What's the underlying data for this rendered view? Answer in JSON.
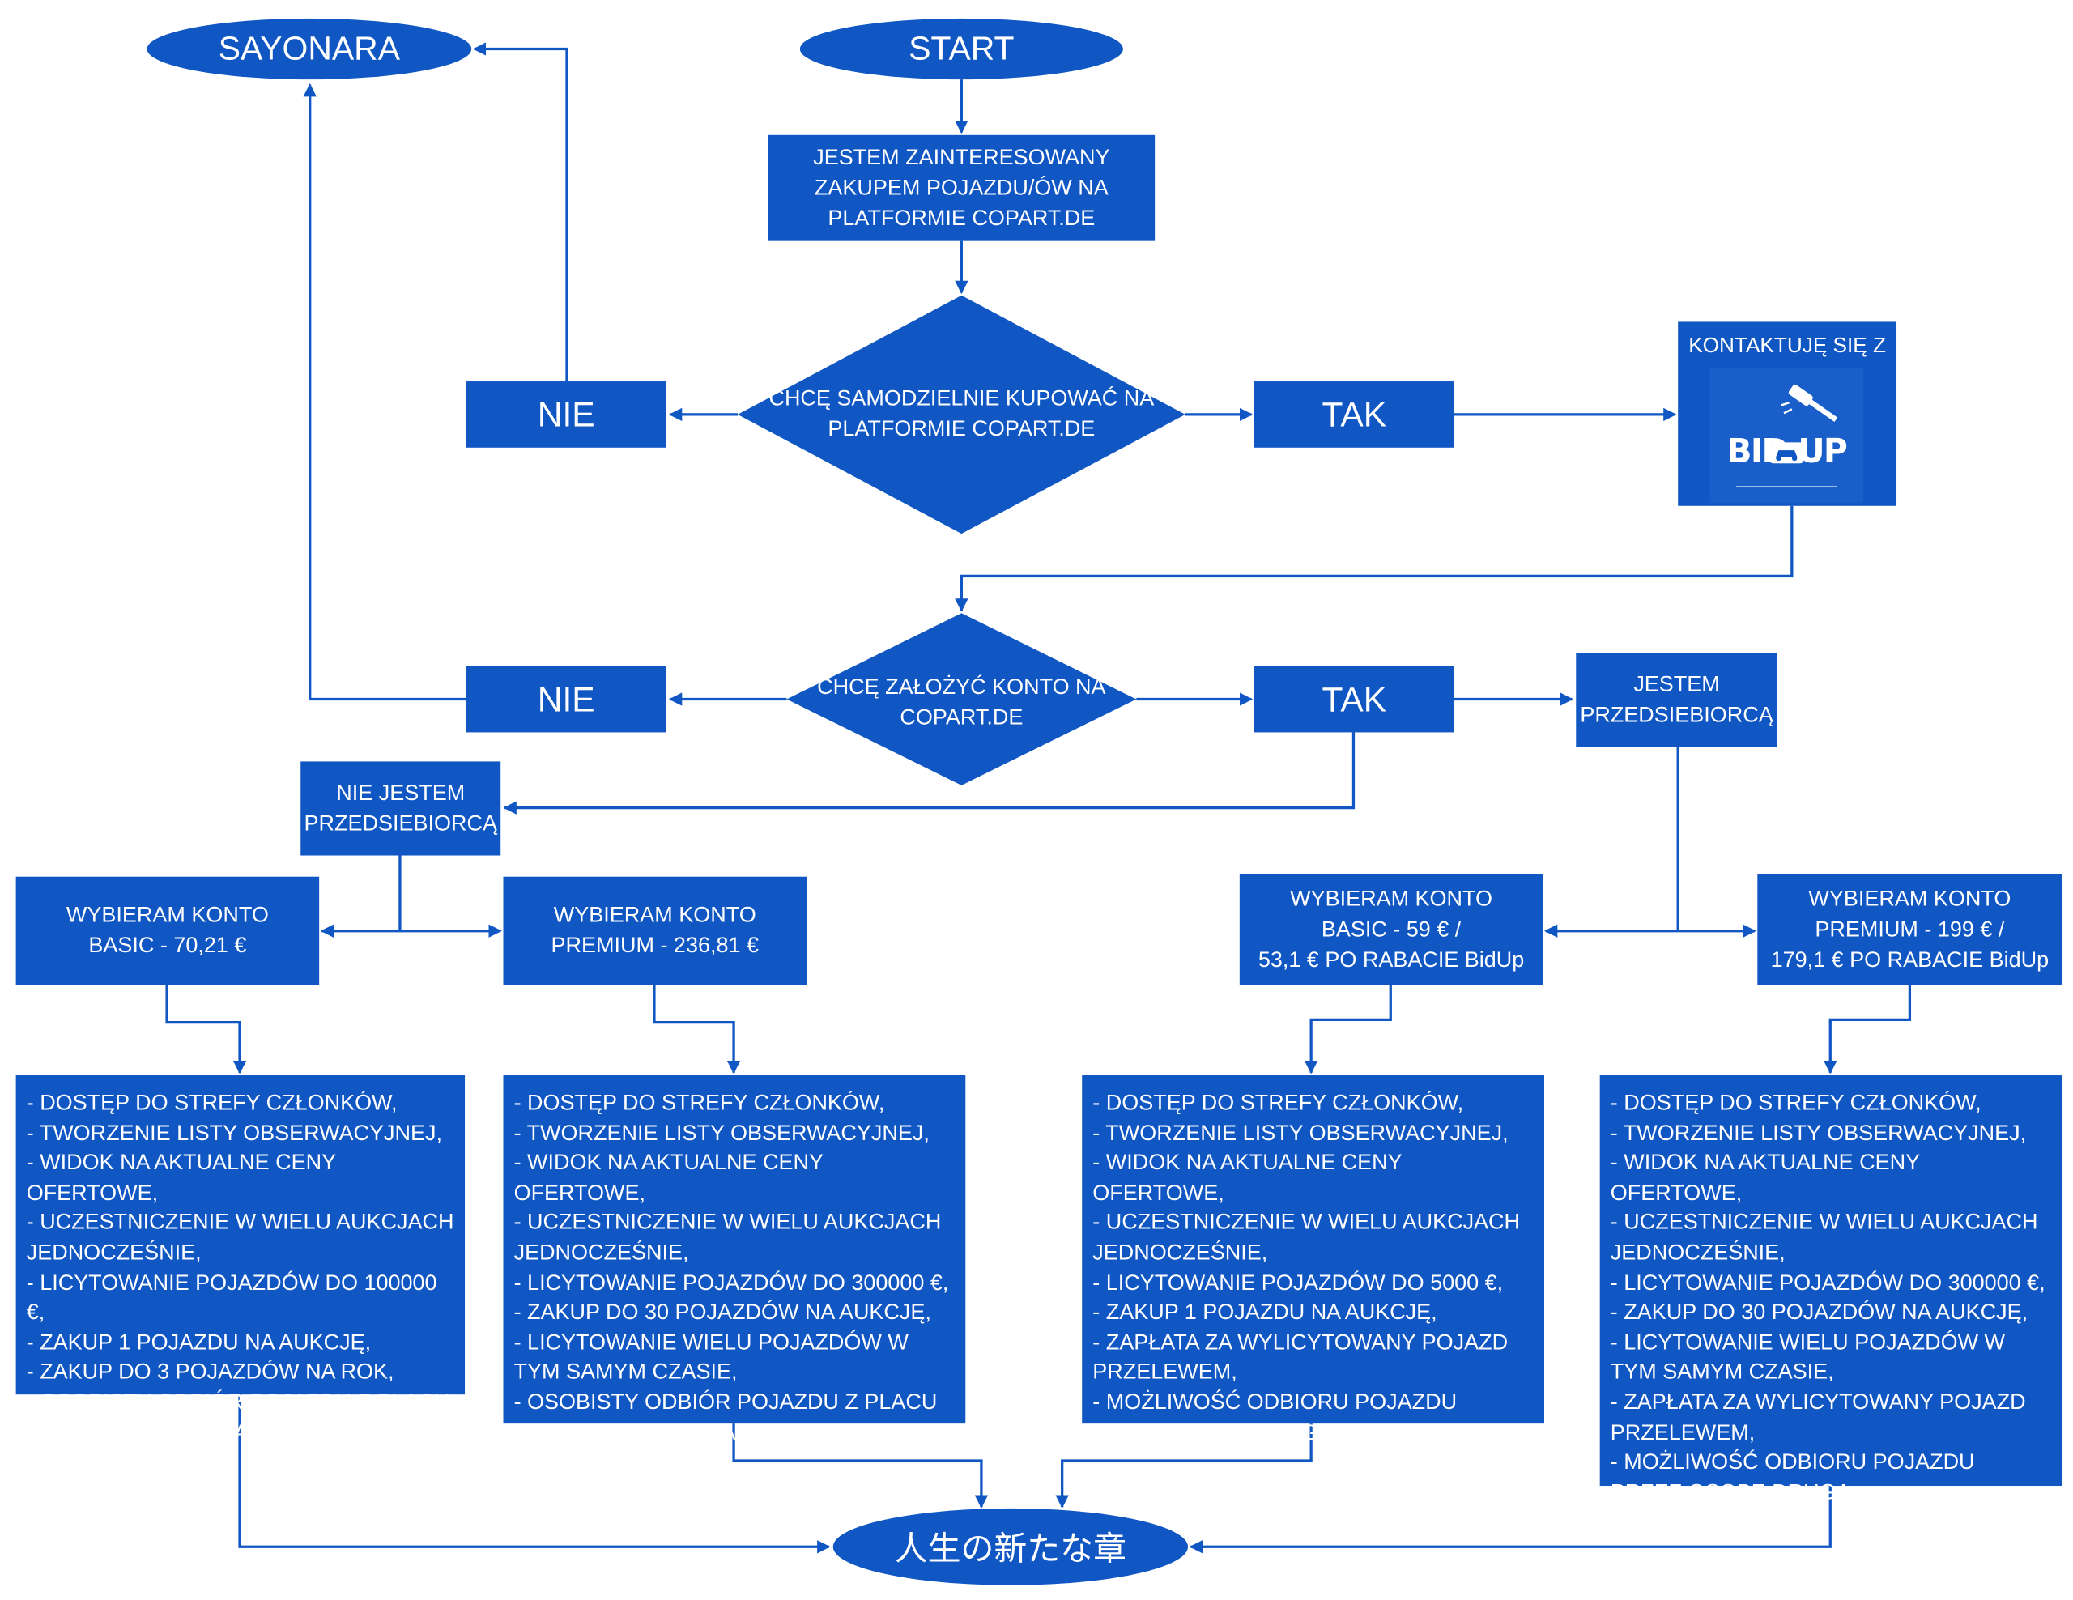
{
  "colors": {
    "fill": "#1057c4",
    "line": "#1057c4",
    "text": "#ffffff"
  },
  "start": "START",
  "sayonara": "SAYONARA",
  "end": "人生の新たな章",
  "interest": [
    "JESTEM ZAINTERESOWANY",
    "ZAKUPEM POJAZDU/ÓW NA",
    "PLATFORMIE COPART.DE"
  ],
  "q1": [
    "CHCĘ SAMODZIELNIE KUPOWAĆ NA",
    "PLATFORMIE COPART.DE"
  ],
  "q2": [
    "CHCĘ ZAŁOŻYĆ KONTO NA",
    "COPART.DE"
  ],
  "nie": "NIE",
  "tak": "TAK",
  "contact": {
    "title": "KONTAKTUJĘ SIĘ Z",
    "logo_text": "BID UP",
    "logo_icons": [
      "gavel-icon",
      "car-icon"
    ]
  },
  "company": [
    "JESTEM",
    "PRZEDSIEBIORCĄ"
  ],
  "not_company": [
    "NIE JESTEM",
    "PRZEDSIEBIORCĄ"
  ],
  "accounts": {
    "private_basic": [
      "WYBIERAM KONTO",
      "BASIC - 70,21 €"
    ],
    "private_premium": [
      "WYBIERAM KONTO",
      "PREMIUM -  236,81 €"
    ],
    "company_basic": [
      "WYBIERAM KONTO",
      "BASIC - 59 € /",
      "53,1 € PO RABACIE BidUp"
    ],
    "company_premium": [
      "WYBIERAM KONTO",
      "PREMIUM - 199 € /",
      "179,1 € PO RABACIE BidUp"
    ]
  },
  "features": {
    "private_basic": [
      "- DOSTĘP DO STREFY CZŁONKÓW,",
      "- TWORZENIE LISTY OBSERWACYJNEJ,",
      "- WIDOK NA AKTUALNE CENY OFERTOWE,",
      "- UCZESTNICZENIE W WIELU AUKCJACH JEDNOCZEŚNIE,",
      "- LICYTOWANIE POJAZDÓW DO 100000 €,",
      "- ZAKUP 1 POJAZDU NA AUKCJĘ,",
      "- ZAKUP DO 3 POJAZDÓW NA ROK,",
      "- OSOBISTY ODBIÓR POJAZDU Z PLACU WRAZ Z ZAPŁATĄ NA MIEJSCU."
    ],
    "private_premium": [
      "- DOSTĘP DO STREFY CZŁONKÓW,",
      "- TWORZENIE LISTY OBSERWACYJNEJ,",
      "- WIDOK NA AKTUALNE CENY OFERTOWE,",
      "- UCZESTNICZENIE W WIELU AUKCJACH JEDNOCZEŚNIE,",
      "- LICYTOWANIE POJAZDÓW DO 300000 €,",
      "- ZAKUP DO 30 POJAZDÓW NA AUKCJĘ,",
      "- LICYTOWANIE WIELU POJAZDÓW W TYM SAMYM CZASIE,",
      "- OSOBISTY ODBIÓR POJAZDU Z PLACU WRAZ Z ZAPŁATĄ NA MIEJSCU."
    ],
    "company_basic": [
      "- DOSTĘP DO STREFY CZŁONKÓW,",
      "- TWORZENIE LISTY OBSERWACYJNEJ,",
      "- WIDOK NA AKTUALNE CENY OFERTOWE,",
      "- UCZESTNICZENIE W WIELU AUKCJACH JEDNOCZEŚNIE,",
      "- LICYTOWANIE POJAZDÓW DO 5000 €,",
      "- ZAKUP 1 POJAZDU NA AUKCJĘ,",
      "- ZAPŁATA ZA WYLICYTOWANY POJAZD PRZELEWEM,",
      "- MOŻLIWOŚĆ ODBIORU POJAZDU PRZEZ OSOBĘ DRUGĄ."
    ],
    "company_premium": [
      "- DOSTĘP DO STREFY CZŁONKÓW,",
      "- TWORZENIE LISTY OBSERWACYJNEJ,",
      "- WIDOK NA AKTUALNE CENY OFERTOWE,",
      "- UCZESTNICZENIE W WIELU AUKCJACH JEDNOCZEŚNIE,",
      "- LICYTOWANIE POJAZDÓW DO 300000 €,",
      "- ZAKUP DO 30 POJAZDÓW NA AUKCJĘ,",
      "- LICYTOWANIE WIELU POJAZDÓW W TYM SAMYM CZASIE,",
      "- ZAPŁATA ZA WYLICYTOWANY POJAZD PRZELEWEM,",
      "- MOŻLIWOŚĆ ODBIORU POJAZDU PRZEZ OSOBĘ DRUGĄ."
    ]
  }
}
